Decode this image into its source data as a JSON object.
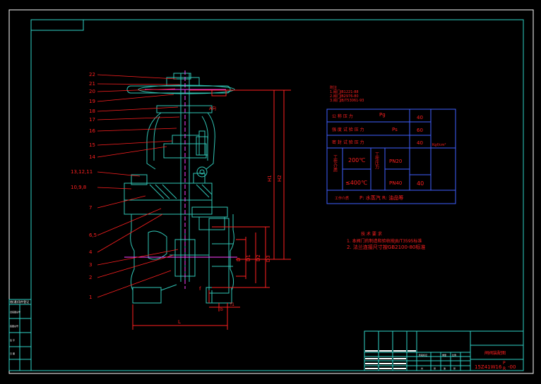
{
  "colors": {
    "background": "#000000",
    "frame": "#ffffff",
    "border_cyan": "#2fd3c8",
    "dim_red": "#ff2020",
    "table_blue": "#4060ff",
    "part_cyan": "#31c6b6",
    "white": "#ffffff",
    "magenta": "#ff40ff",
    "yellow": "#ffff40"
  },
  "balloons": [
    "22",
    "21",
    "20",
    "19",
    "18",
    "17",
    "16",
    "15",
    "14",
    "13,12,11",
    "10,9,8",
    "7",
    "6,5",
    "4",
    "3",
    "2",
    "1"
  ],
  "dimensions": {
    "vertical_labels": [
      "H1",
      "H2"
    ],
    "flange_labels": [
      "D",
      "D1",
      "D2",
      "D3"
    ],
    "flange_thickness": "f",
    "small_labels": [
      "b",
      "f1"
    ],
    "length": "L",
    "side_tag": "A向"
  },
  "notes_block": {
    "lines": [
      "1.阀门JB1221-88",
      "2.阀门JB2976-80",
      "3.阀门JB/T53061-93"
    ]
  },
  "pressure_table": {
    "rows": [
      {
        "label": "公 称 压 力",
        "symbol": "Pg",
        "value": "40"
      },
      {
        "label": "强 度 试 验 压 力",
        "symbol": "Ps",
        "value": "60"
      },
      {
        "label": "密 封 试 验 压 力",
        "symbol": "",
        "value": "40"
      }
    ],
    "unit": "Kgf/cm²",
    "medium_label": "工作介质",
    "temp_label": "工作温度",
    "temps": [
      "200℃",
      "≤400℃"
    ],
    "temp_sub": "工作压力",
    "pn": [
      "PN20",
      "PN40"
    ],
    "pn_value": "40",
    "footer_label": "工作介质",
    "footer_text": "P: 水蒸汽  R: 油品等"
  },
  "tech_requirements": {
    "title": "技 术 要 求",
    "lines": [
      "1. 本阀门的制造和验收按JB/T3595标准",
      "2. 法兰连接尺寸按GB2100-80标准"
    ]
  },
  "left_stamp": {
    "rows": [
      "借(通)用件登记",
      "旧底图总号",
      "底图总号",
      "签 字",
      "日 期"
    ]
  },
  "title_block": {
    "product_name": "闸阀装配图",
    "code_prefix": "15Z41W16",
    "code_sup": "P",
    "code_sub": "R",
    "code_suffix": "-00",
    "labels": [
      "标记",
      "数量",
      "更改文件号",
      "签字",
      "日期",
      "设计",
      "标准化",
      "审核",
      "工艺",
      "批准",
      "阶段标记",
      "重量",
      "比例",
      "共",
      "张",
      "第",
      "张"
    ]
  }
}
